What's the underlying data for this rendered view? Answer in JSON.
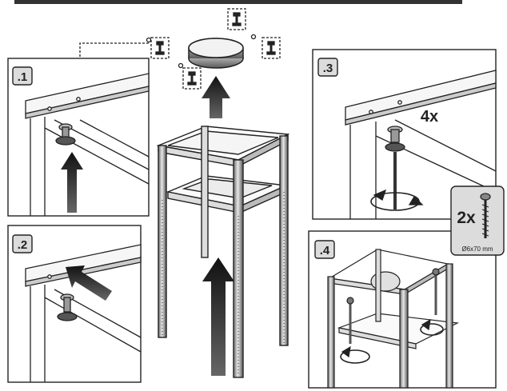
{
  "steps": [
    {
      "number": ".1"
    },
    {
      "number": ".2"
    },
    {
      "number": ".3",
      "quantity": "4x"
    },
    {
      "number": ".4"
    }
  ],
  "screw_callout": {
    "quantity": "2x",
    "size": "Ø6x70 mm"
  },
  "colors": {
    "line": "#222222",
    "arrow": "#2a2a2a",
    "badge": "#dcdcdc",
    "paper": "#ffffff"
  }
}
